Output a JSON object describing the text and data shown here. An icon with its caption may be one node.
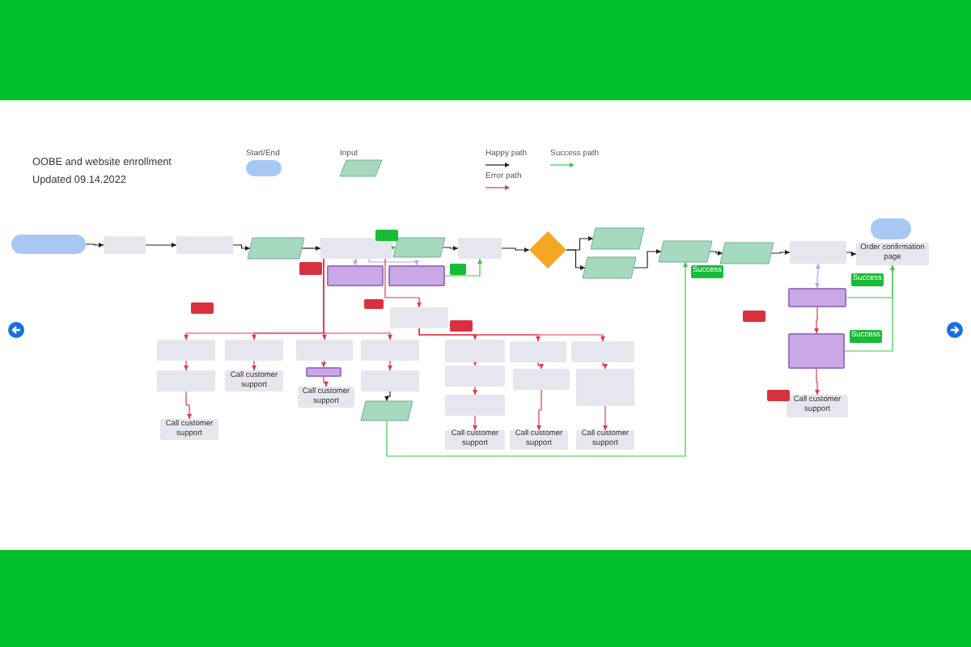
{
  "diagram": {
    "title": "OOBE and website enrollment",
    "nodes": [
      {
        "text": [],
        "shape": "pill"
      },
      {
        "text": [],
        "shape": "box"
      },
      {
        "text": [],
        "shape": "box"
      },
      {
        "text": [],
        "shape": "parallelogram"
      },
      {
        "text": [],
        "shape": "box"
      },
      {
        "text": [],
        "shape": "box"
      },
      {
        "text": [],
        "shape": "box"
      },
      {
        "text": [],
        "shape": "parallelogram"
      },
      {
        "text": [],
        "shape": "box"
      },
      {
        "text": [],
        "shape": "diamond"
      },
      {
        "text": [],
        "shape": "parallelogram"
      },
      {
        "text": [],
        "shape": "parallelogram"
      },
      {
        "text": [],
        "shape": "parallelogram"
      },
      {
        "text": [],
        "shape": "parallelogram"
      },
      {
        "text": [],
        "shape": "box"
      },
      {
        "text": [
          "Order confirmation page"
        ]
      },
      {
        "text": [],
        "shape": "pill"
      },
      {
        "text": [],
        "shape": "box"
      },
      {
        "text": [],
        "shape": "box"
      },
      {
        "text": [
          "Call customer support"
        ]
      },
      {
        "text": [],
        "shape": "box"
      },
      {
        "text": [],
        "shape": "box"
      },
      {
        "text": [],
        "shape": "box"
      },
      {
        "text": [
          "Call customer support"
        ]
      },
      {
        "text": [],
        "shape": "box"
      },
      {
        "text": [
          "Call customer support"
        ]
      },
      {
        "text": [],
        "shape": "box"
      },
      {
        "text": [],
        "shape": "box"
      },
      {
        "text": [
          "Call customer support"
        ]
      },
      {
        "text": [],
        "shape": "box"
      },
      {
        "text": [],
        "shape": "box"
      },
      {
        "text": [],
        "shape": "parallelogram"
      },
      {
        "text": [],
        "shape": "box"
      },
      {
        "text": [],
        "shape": "box"
      },
      {
        "text": [],
        "shape": "box"
      },
      {
        "text": [
          "Call customer support"
        ]
      },
      {
        "text": [],
        "shape": "box"
      },
      {
        "text": [],
        "shape": "box"
      },
      {
        "text": [
          "Call customer support"
        ]
      },
      {
        "text": [],
        "shape": "box"
      },
      {
        "text": [],
        "shape": "box"
      },
      {
        "text": [
          "Call customer support"
        ]
      },
      {
        "text": [
          "Success"
        ]
      },
      {
        "text": [
          "Success"
        ]
      },
      {
        "text": [
          "Success"
        ]
      },
      {
        "text": [],
        "shape": "tag"
      },
      {
        "text": [],
        "shape": "tag"
      },
      {
        "text": [],
        "shape": "tag"
      },
      {
        "text": [],
        "shape": "tag"
      },
      {
        "text": [],
        "shape": "tag"
      },
      {
        "text": [],
        "shape": "tag"
      },
      {
        "text": [],
        "shape": "tag"
      },
      {
        "text": [],
        "shape": "tag"
      }
    ],
    "edges": [
      {
        "from": 0,
        "to": 1,
        "arrow": "to",
        "color": "#222222"
      },
      {
        "from": 1,
        "to": 2,
        "arrow": "to",
        "color": "#222222"
      },
      {
        "from": 2,
        "to": 3,
        "arrow": "to",
        "color": "#222222"
      },
      {
        "from": 3,
        "to": 4,
        "arrow": "to",
        "color": "#222222"
      },
      {
        "from": 4,
        "to": 7,
        "arrow": "to",
        "color": "#3cc84a"
      },
      {
        "from": 4,
        "to": 5,
        "arrow": "to",
        "color": "#c0a0e8"
      },
      {
        "from": 4,
        "to": 6,
        "arrow": "to",
        "color": "#c0a0e8"
      },
      {
        "from": 6,
        "to": 8,
        "arrow": "to",
        "color": "#3cc84a"
      },
      {
        "from": 7,
        "to": 8,
        "arrow": "to",
        "color": "#222222"
      },
      {
        "from": 8,
        "to": 9,
        "arrow": "to",
        "color": "#222222"
      },
      {
        "from": 9,
        "to": 10,
        "arrow": "to",
        "color": "#222222"
      },
      {
        "from": 9,
        "to": 11,
        "arrow": "to",
        "color": "#222222"
      },
      {
        "from": 11,
        "to": 12,
        "arrow": "to",
        "color": "#222222"
      },
      {
        "from": 12,
        "to": 13,
        "arrow": "to",
        "color": "#222222"
      },
      {
        "from": 13,
        "to": 14,
        "arrow": "to",
        "color": "#222222"
      },
      {
        "from": 14,
        "to": 15,
        "arrow": "to",
        "color": "#222222"
      },
      {
        "from": 14,
        "to": 17,
        "arrow": "both",
        "color": "#c0a0e8"
      },
      {
        "from": 17,
        "to": 15,
        "arrow": "to",
        "color": "#3cc84a"
      },
      {
        "from": 18,
        "to": 15,
        "arrow": "to",
        "color": "#3cc84a"
      },
      {
        "from": 17,
        "to": 18,
        "arrow": "to"
      },
      {
        "from": 18,
        "to": 19,
        "arrow": "to"
      },
      {
        "from": 4,
        "to": 20,
        "arrow": "to"
      },
      {
        "from": 4,
        "to": 21,
        "arrow": "to"
      },
      {
        "from": 4,
        "to": 24,
        "arrow": "to"
      },
      {
        "from": 4,
        "to": 26,
        "arrow": "to"
      },
      {
        "from": 4,
        "to": 29,
        "arrow": "to"
      },
      {
        "from": 20,
        "to": 32,
        "arrow": "to"
      },
      {
        "from": 20,
        "to": 36,
        "arrow": "to"
      },
      {
        "from": 20,
        "to": 39,
        "arrow": "to"
      },
      {
        "from": 21,
        "to": 22,
        "arrow": "to"
      },
      {
        "from": 22,
        "to": 23,
        "arrow": "to"
      },
      {
        "from": 24,
        "to": 25,
        "arrow": "to"
      },
      {
        "from": 26,
        "to": 27,
        "arrow": "to"
      },
      {
        "from": 27,
        "to": 28,
        "arrow": "to"
      },
      {
        "from": 29,
        "to": 30,
        "arrow": "to"
      },
      {
        "from": 30,
        "to": 31,
        "arrow": "to",
        "color": "#222222"
      },
      {
        "from": 32,
        "to": 33,
        "arrow": "to"
      },
      {
        "from": 33,
        "to": 34,
        "arrow": "to"
      },
      {
        "from": 34,
        "to": 35,
        "arrow": "to"
      },
      {
        "from": 36,
        "to": 37,
        "arrow": "to"
      },
      {
        "from": 37,
        "to": 38,
        "arrow": "to"
      },
      {
        "from": 39,
        "to": 40,
        "arrow": "to"
      },
      {
        "from": 40,
        "to": 41,
        "arrow": "to"
      },
      {
        "from": 31,
        "to": 12,
        "arrow": "to",
        "color": "#3cc84a"
      }
    ],
    "labels": [
      "Updated 09.14.2022"
    ],
    "legend": [
      {
        "text": "Start/End",
        "color": "#a8c8f4"
      },
      {
        "text": "Input",
        "color": "#a6d9bf"
      },
      {
        "text": "Happy path"
      },
      {
        "text": "Success path"
      },
      {
        "text": "Error path"
      }
    ]
  }
}
